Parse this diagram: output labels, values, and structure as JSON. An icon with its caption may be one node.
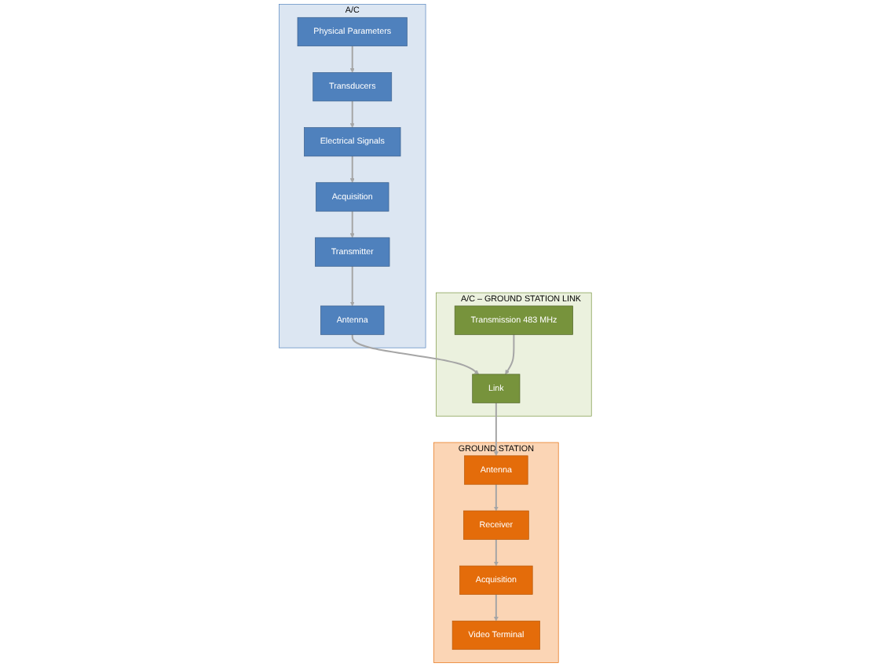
{
  "diagram": {
    "nodes": [
      {
        "text": [
          "A/C"
        ]
      },
      {
        "text": [
          "Transducers"
        ],
        "in": 0
      },
      {
        "text": [
          "Electrical Signals"
        ],
        "in": 0
      },
      {
        "text": [
          "Acquisition"
        ],
        "in": 0
      },
      {
        "text": [
          "Transmitter"
        ],
        "in": 0
      },
      {
        "text": [
          "Physical Parameters"
        ],
        "in": 0
      },
      {
        "text": [
          "Antenna"
        ],
        "in": 0
      },
      {
        "text": [
          "A/C – GROUND STATION LINK"
        ]
      },
      {
        "text": [
          "Transmission 483 MHz"
        ],
        "in": 7
      },
      {
        "text": [
          "Link"
        ],
        "in": 7
      },
      {
        "text": [
          "GROUND STATION"
        ]
      },
      {
        "text": [
          "Antenna"
        ],
        "in": 10
      },
      {
        "text": [
          "Receiver"
        ],
        "in": 10
      },
      {
        "text": [
          "Acquisition"
        ],
        "in": 10
      },
      {
        "text": [
          "Video Terminal"
        ],
        "in": 10
      }
    ],
    "edges": [
      {
        "from": 1,
        "to": 2,
        "arrow": "to"
      },
      {
        "from": 2,
        "to": 3,
        "arrow": "to"
      },
      {
        "from": 3,
        "to": 4,
        "arrow": "to"
      },
      {
        "from": 5,
        "to": 1,
        "arrow": "to"
      },
      {
        "from": 4,
        "to": 6,
        "arrow": "to"
      },
      {
        "from": 6,
        "to": 9,
        "arrow": "to"
      },
      {
        "from": 8,
        "to": 9,
        "arrow": "to"
      },
      {
        "from": 9,
        "to": 11,
        "arrow": "to"
      },
      {
        "from": 11,
        "to": 12,
        "arrow": "to"
      },
      {
        "from": 12,
        "to": 13,
        "arrow": "to"
      },
      {
        "from": 13,
        "to": 14,
        "arrow": "to"
      }
    ]
  }
}
